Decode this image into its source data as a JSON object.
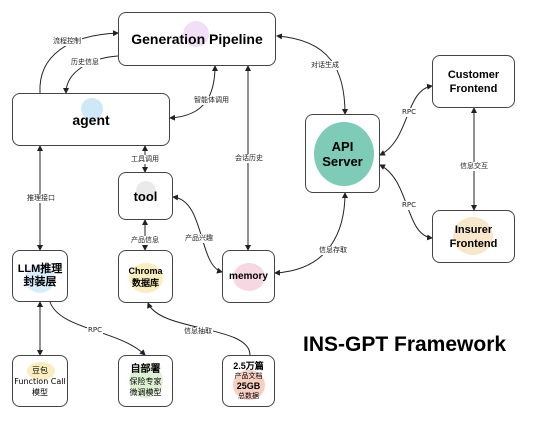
{
  "nodes": {
    "generation_pipeline": "Generation Pipeline",
    "agent": "agent",
    "tool": "tool",
    "chroma_line1": "Chroma",
    "chroma_line2": "数据库",
    "memory": "memory",
    "llm_line1": "LLM推理",
    "llm_line2": "封装层",
    "api_line1": "API",
    "api_line2": "Server",
    "customer_line1": "Customer",
    "customer_line2": "Frontend",
    "insurer_line1": "Insurer",
    "insurer_line2": "Frontend",
    "doubao_line1": "豆包",
    "doubao_line2": "Function Call",
    "doubao_line3": "模型",
    "self_line1": "自部署",
    "self_line2": "保险专家",
    "self_line3": "微调模型",
    "data_line1": "2.5万篇",
    "data_line2": "产品文档",
    "data_line3": "25GB",
    "data_line4": "总数据"
  },
  "edge_labels": {
    "flow_control": "流程控制",
    "history_info": "历史信息",
    "agent_call": "智能体调用",
    "dialog_gen": "对话生成",
    "tool_call": "工具调用",
    "session_history": "会话历史",
    "inference_iface": "推理接口",
    "product_info": "产品信息",
    "product_interest": "产品兴趣",
    "info_store": "信息存取",
    "rpc_top": "RPC",
    "rpc_bottom": "RPC",
    "info_exchange": "信息交互",
    "rpc_llm": "RPC",
    "info_extract": "信息抽取"
  },
  "framework_title": "INS-GPT Framework",
  "colors": {
    "api_server_fill": "#7ecbb8",
    "line": "#222222"
  }
}
